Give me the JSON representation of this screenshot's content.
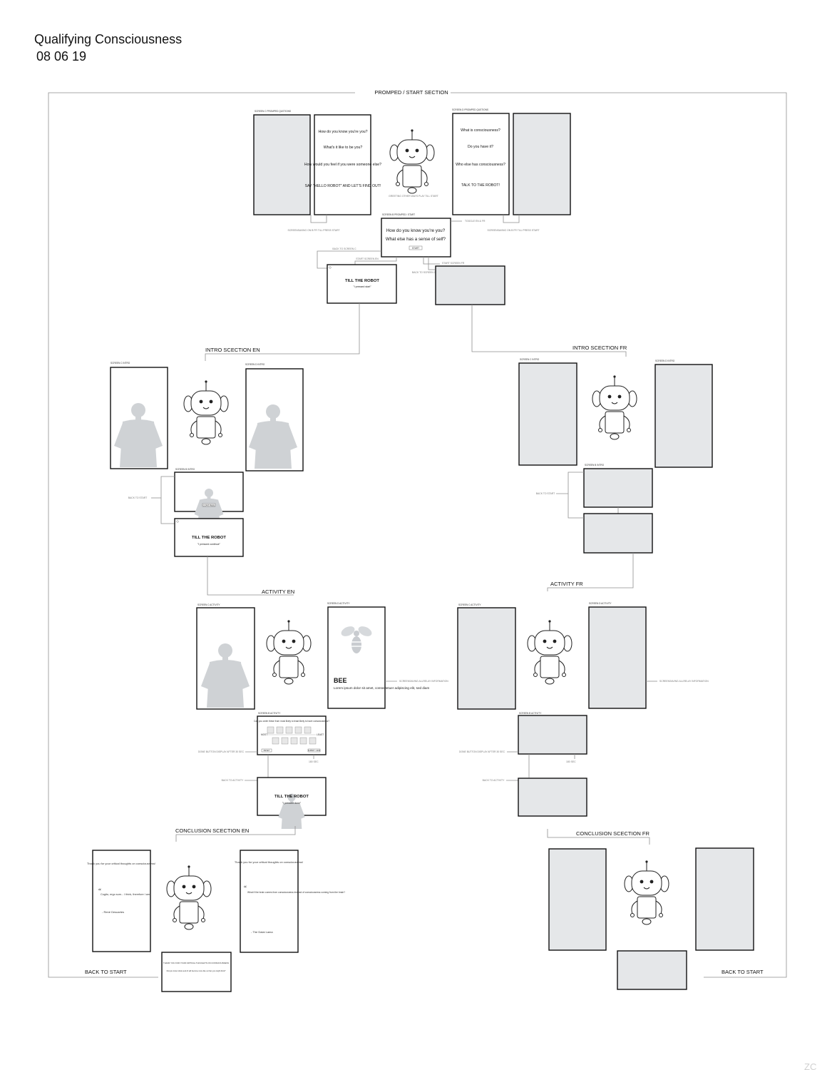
{
  "title": "Qualifying Consciousness",
  "date": "08 06 19",
  "sections": {
    "start": "PROMPED / START SECTION",
    "intro_en": "INTRO SCECTION EN",
    "intro_fr": "INTRO SCECTION FR",
    "activity_en": "ACTIVITY EN",
    "activity_fr": "ACTIVITY FR",
    "conclusion_en": "CONCLUSION SCECTION EN",
    "conclusion_fr": "CONCLUSION SCECTION FR"
  },
  "screen_labels": {
    "c_prompted": "SCREEN C PROMPED QUSTIONS",
    "d_prompted": "SCREEN D PROMPED QUSTIONS",
    "b_prompted": "SCREEN B PROMPED / START",
    "c_intro": "SCREEN C INTRO",
    "d_intro": "SCREEN D INTRO",
    "b_intro": "SCREEN B INTRO",
    "c_activity": "SCREEN C ACTIVITY",
    "d_activity": "SCREEN D ACTIVITY",
    "b_activity": "SCREEN B ACTIVITY"
  },
  "prompts": {
    "c": [
      "How do you know you're you?",
      "What's it like to be you?",
      "How would you feel if you were someone else?",
      "SAY \"HELLO ROBOT\" AND LET'S FIND OUT!"
    ],
    "d": [
      "What is consciousness?",
      "Do you have it?",
      "Who else has consciousness?",
      "TALK TO THE ROBOT!"
    ],
    "b": [
      "How do you know you're you?",
      "What else has a sense of self?"
    ],
    "start_button": "START"
  },
  "robot_messages": {
    "start": "TILL THE ROBOT",
    "start_quote": "\"I pressed start\"",
    "continue": "TILL THE ROBOT",
    "continue_quote": "\"I pressed continue\"",
    "done": "TILL THE ROBOT",
    "done_quote": "\"I pressed done\""
  },
  "notes": {
    "robot_start": "GREETING OTHER WAYS PLAY TILL START",
    "scr_c_play": "SCREENSAVING ON B FR TILL PRESS START",
    "scr_d_play": "SCREENSAVING ON B FR TILL PRESS START",
    "toggle": "TOGGLE EN & FR",
    "back_screen": "BACK TO SCREEN C",
    "start_en": "START SCREEN EN",
    "start_fr": "START SCREEN FR",
    "back_prompt": "BACK TO SCREEN C",
    "back_start_en": "BACK TO START",
    "back_start_fr": "BACK TO START",
    "continue_btn": "CONTINUE",
    "screensaving_en": "SCREENSAVING ALLRELAY INFORMATION",
    "screensaving_fr": "SCREENSAVING ALLRELAY INFORMATION",
    "done_en": "DONE BUTTON DISPLAY AFTER 30 SEC",
    "done_fr": "DONE BUTTON DISPLAY AFTER 30 SEC",
    "sec_en": "180 SEC",
    "sec_fr": "180 SEC",
    "back_activity_en": "BACK TO ACTIVITY",
    "back_activity_fr": "BACK TO ACTIVITY"
  },
  "activity": {
    "question": "Can you order these from most likely to least likely to have consciousness?",
    "most": "MOST",
    "least": "LEAST",
    "reset": "RESET",
    "submit": "SUBMIT / END",
    "bee_title": "BEE",
    "bee_text": "Lorem ipsum dolor sit amet, consectetuer adipiscing elit, sed diam"
  },
  "conclusion": {
    "left_heading": "Thank you for your critical thoughts on consciousness!",
    "left_quote": "Cogito, ergo sum... I think, therefore I am",
    "left_author": "- René Descartes",
    "right_heading": "Thank you for your critical thoughts on consciousness!",
    "right_quote": "What if the brain comes from consciousness instead of consciousness coming from the brain?",
    "right_author": "- The Dalai Lama",
    "bottom_title": "THANK YOU FOR YOUR CRITICAL THOUGHTS ON CONSCIOUSNESS",
    "bottom_text": "Did you know robots and AI will become more like us than you might think?",
    "back_start_en": "BACK TO START",
    "back_start_fr": "BACK TO START"
  },
  "watermark": "ZC"
}
